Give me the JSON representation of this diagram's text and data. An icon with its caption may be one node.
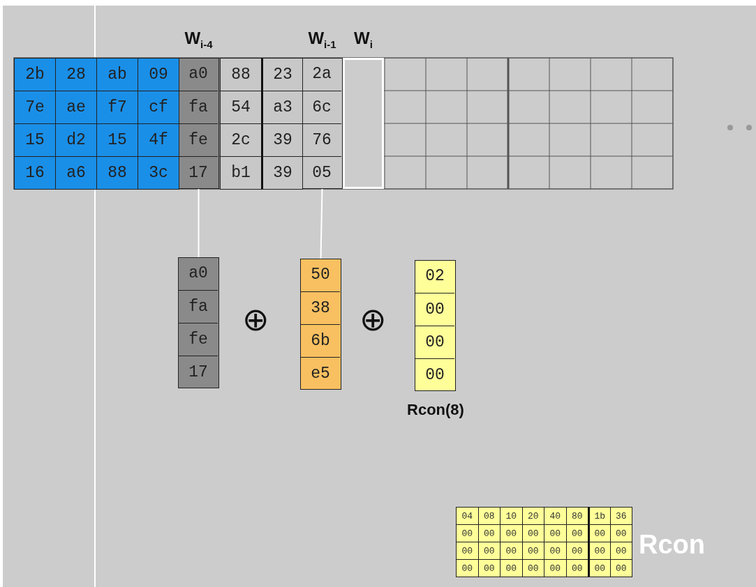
{
  "diagram": {
    "nodes": [
      {
        "text": [
          "a0",
          "fa",
          "fe",
          "17"
        ],
        "beside": [
          "W$_{i-4}$"
        ]
      },
      {
        "text": [
          "2a",
          "6c",
          "76",
          "05"
        ],
        "beside": [
          "W$_{i-1}$"
        ]
      },
      {
        "text": [
          "a0",
          "fa",
          "fe",
          "17"
        ]
      },
      {
        "text": [
          "50",
          "38",
          "6b",
          "e5"
        ]
      },
      {
        "text": [
          "02",
          "00",
          "00",
          "00"
        ],
        "beside": [
          "Rcon(8)"
        ]
      },
      {
        "text": [],
        "shape": "box",
        "beside": [
          "W$_{i}$"
        ]
      }
    ],
    "edges": [
      {
        "from": 0,
        "to": 2,
        "arrow": "none"
      },
      {
        "from": 1,
        "to": 3,
        "arrow": "none"
      }
    ],
    "labels": [
      "2b",
      "28",
      "ab",
      "09",
      "88",
      "23",
      "7e",
      "ae",
      "f7",
      "cf",
      "54",
      "a3",
      "15",
      "d2",
      "15",
      "4f",
      "2c",
      "39",
      "16",
      "a6",
      "88",
      "3c",
      "b1",
      "39",
      "04",
      "08",
      "10",
      "20",
      "40",
      "80",
      "1b",
      "36",
      "00",
      "00",
      "00",
      "00",
      "00",
      "00",
      "00",
      "00",
      "00",
      "00",
      "00",
      "00",
      "00",
      "00",
      "00",
      "00",
      "00",
      "00",
      "00",
      "00",
      "00",
      "00",
      "00",
      "00",
      "Rcon",
      "⊕",
      "⊕"
    ]
  }
}
